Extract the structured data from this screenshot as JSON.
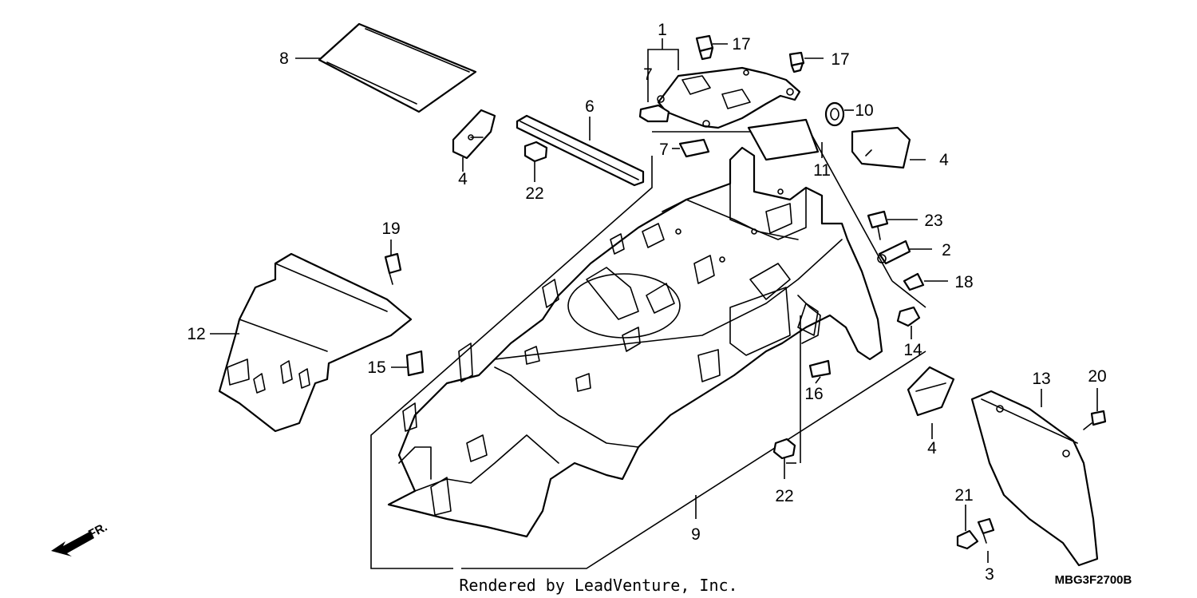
{
  "callouts": [
    {
      "id": "c1",
      "label": "1"
    },
    {
      "id": "c2",
      "label": "2"
    },
    {
      "id": "c3",
      "label": "3"
    },
    {
      "id": "c4a",
      "label": "4"
    },
    {
      "id": "c4b",
      "label": "4"
    },
    {
      "id": "c4c",
      "label": "4"
    },
    {
      "id": "c6",
      "label": "6"
    },
    {
      "id": "c7a",
      "label": "7"
    },
    {
      "id": "c7b",
      "label": "7"
    },
    {
      "id": "c8",
      "label": "8"
    },
    {
      "id": "c9",
      "label": "9"
    },
    {
      "id": "c10",
      "label": "10"
    },
    {
      "id": "c11",
      "label": "11"
    },
    {
      "id": "c12",
      "label": "12"
    },
    {
      "id": "c13",
      "label": "13"
    },
    {
      "id": "c14",
      "label": "14"
    },
    {
      "id": "c15",
      "label": "15"
    },
    {
      "id": "c16",
      "label": "16"
    },
    {
      "id": "c17a",
      "label": "17"
    },
    {
      "id": "c17b",
      "label": "17"
    },
    {
      "id": "c18",
      "label": "18"
    },
    {
      "id": "c19",
      "label": "19"
    },
    {
      "id": "c20",
      "label": "20"
    },
    {
      "id": "c21",
      "label": "21"
    },
    {
      "id": "c22a",
      "label": "22"
    },
    {
      "id": "c22b",
      "label": "22"
    },
    {
      "id": "c23",
      "label": "23"
    }
  ],
  "credit": "Rendered by LeadVenture, Inc.",
  "diagram_code": "MBG3F2700B",
  "direction_label": "FR."
}
